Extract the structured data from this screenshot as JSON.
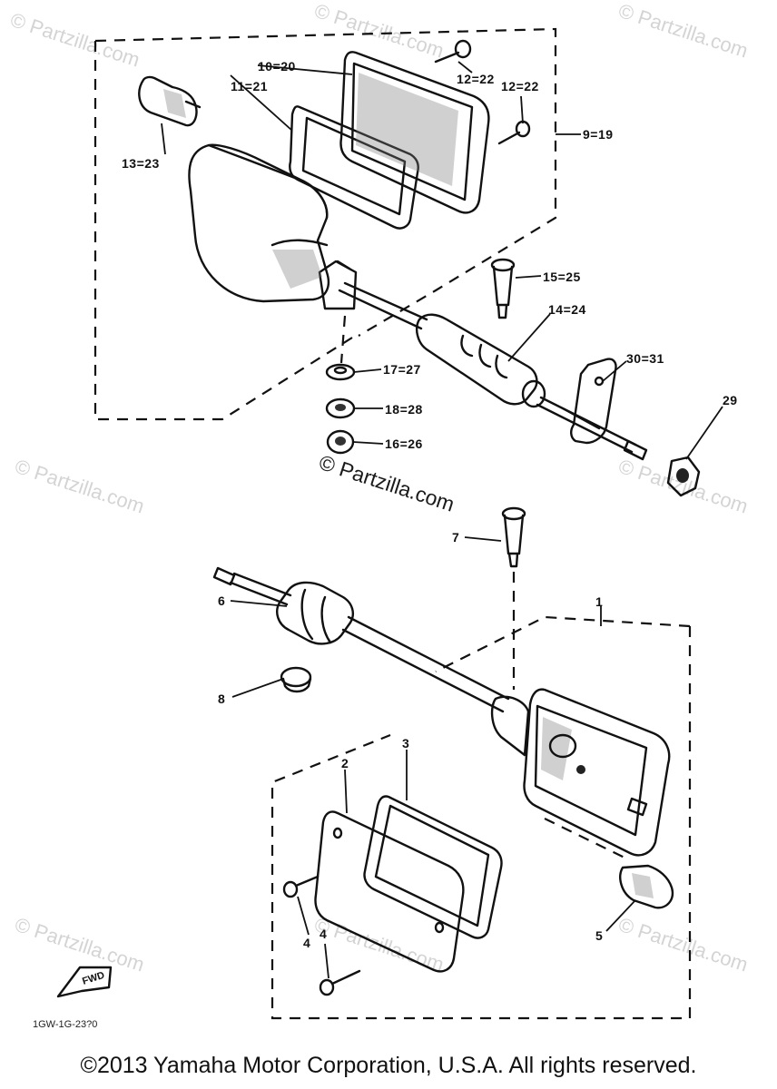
{
  "watermarks": {
    "site": "© Partzilla.com",
    "center": "© Partzilla.com"
  },
  "callouts": {
    "c_9_19": "9=19",
    "c_10_20": "10=20",
    "c_11_21": "11=21",
    "c_12_22a": "12=22",
    "c_12_22b": "12=22",
    "c_13_23": "13=23",
    "c_15_25": "15=25",
    "c_14_24": "14=24",
    "c_30_31": "30=31",
    "c_29": "29",
    "c_17_27": "17=27",
    "c_18_28": "18=28",
    "c_16_26": "16=26",
    "c_7": "7",
    "c_6": "6",
    "c_1": "1",
    "c_8": "8",
    "c_3": "3",
    "c_2": "2",
    "c_4a": "4",
    "c_4b": "4",
    "c_5": "5"
  },
  "fwd_tag": "FWD",
  "diagram_code": "1GW-1G-23?0",
  "footer": "©2013 Yamaha Motor Corporation, U.S.A. All rights reserved."
}
